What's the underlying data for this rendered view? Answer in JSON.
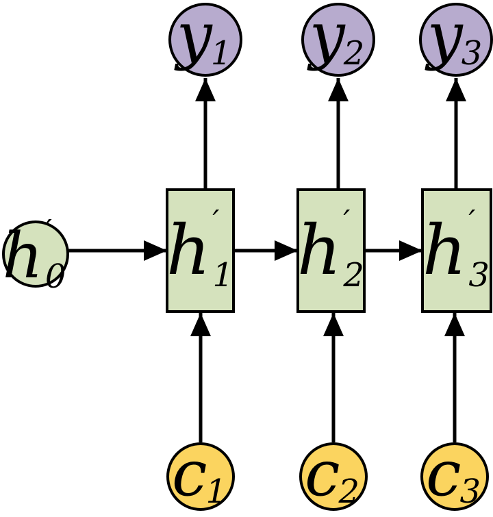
{
  "diagram": {
    "type": "rnn-decoder-graph",
    "colors": {
      "output_fill": "#b7abce",
      "hidden_fill": "#d5e2bd",
      "context_fill": "#fbd45f",
      "stroke": "#000000",
      "background": "#ffffff"
    },
    "nodes": {
      "h0": {
        "base": "h",
        "prime": "′",
        "sub": "0"
      },
      "h1": {
        "base": "h",
        "prime": "′",
        "sub": "1"
      },
      "h2": {
        "base": "h",
        "prime": "′",
        "sub": "2"
      },
      "h3": {
        "base": "h",
        "prime": "′",
        "sub": "3"
      },
      "y1": {
        "base": "y",
        "sub": "1"
      },
      "y2": {
        "base": "y",
        "sub": "2"
      },
      "y3": {
        "base": "y",
        "sub": "3"
      },
      "c1": {
        "base": "c",
        "sub": "1"
      },
      "c2": {
        "base": "c",
        "sub": "2"
      },
      "c3": {
        "base": "c",
        "sub": "3"
      }
    }
  }
}
